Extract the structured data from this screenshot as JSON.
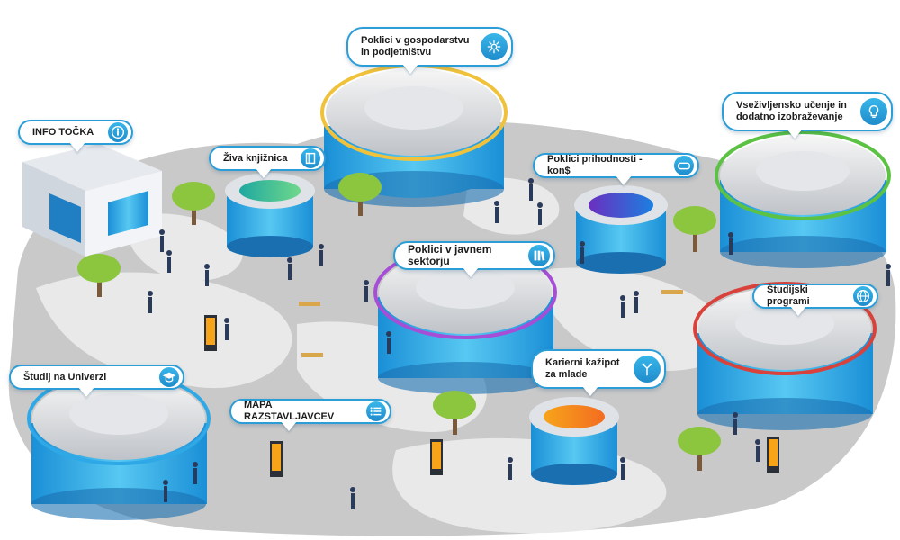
{
  "colors": {
    "accent": "#2b9ed8",
    "ground": "#c9c9c9",
    "path": "#e9e9e9",
    "glass": "#2ea8e6",
    "tree": "#8cc63f"
  },
  "labels": {
    "gospodarstvo": {
      "text": "Poklici v gospodarstvu\nin podjetništvu",
      "icon": "gear-network-icon"
    },
    "info": {
      "text": "INFO TOČKA",
      "icon": "info-icon"
    },
    "knjiznica": {
      "text": "Živa knjižnica",
      "icon": "library-book-icon"
    },
    "prihodnost": {
      "text": "Poklici prihodnosti - kon$",
      "icon": "vr-headset-icon"
    },
    "vsezivljensko": {
      "text": "Vseživljensko učenje in\ndodatno izobraževanje",
      "icon": "brain-bulb-icon"
    },
    "javni": {
      "text": "Poklici v javnem sektorju",
      "icon": "books-icon"
    },
    "studijski": {
      "text": "Študijski programi",
      "icon": "globe-icon"
    },
    "kazipot": {
      "text": "Karierni kažipot\nza mlade",
      "icon": "signpost-icon"
    },
    "univerza": {
      "text": "Študij na Univerzi",
      "icon": "graduation-cap-icon"
    },
    "mapa": {
      "text": "MAPA RAZSTAVLJAVCEV",
      "icon": "list-icon"
    }
  }
}
